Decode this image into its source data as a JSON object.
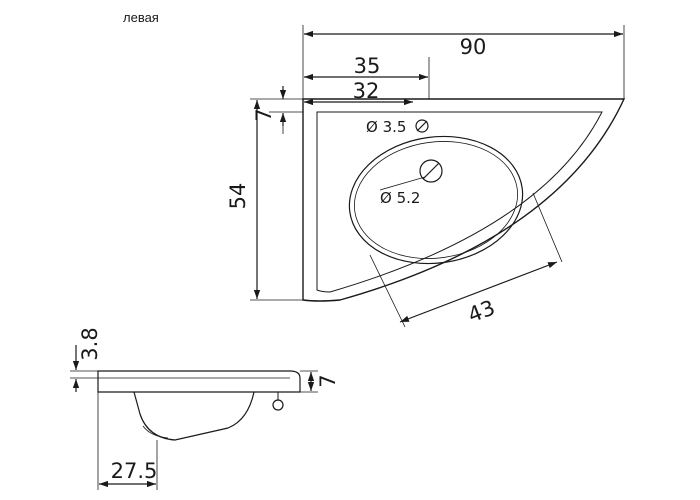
{
  "title": "левая",
  "top_view": {
    "width": "90",
    "hole_to_edge": "35",
    "bowl_offset": "32",
    "back_rim": "7",
    "depth": "54",
    "bowl_width": "43",
    "tap_hole": "Ø 3.5",
    "drain_hole": "Ø 5.2"
  },
  "side_view": {
    "rim_height": "3.8",
    "thickness": "7",
    "bowl_offset": "27.5"
  },
  "colors": {
    "line": "#1a1a1a",
    "background": "#ffffff"
  }
}
